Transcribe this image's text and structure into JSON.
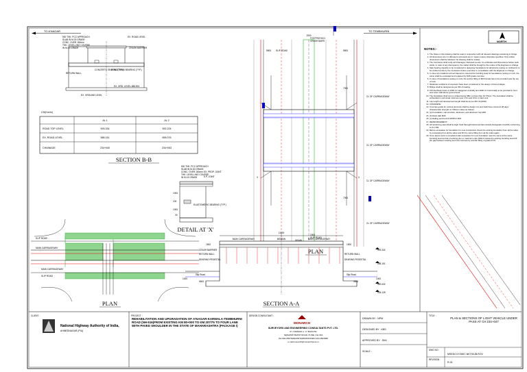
{
  "directions": {
    "left": "TO A'NAGAR",
    "right": "TO TEMBHURNI"
  },
  "north_label": "NORTH",
  "section_bb": {
    "title": "SECTION B-B",
    "labels": [
      "500 THK. PCC APPROACH",
      "SLAB IN M-30 GRADE",
      "CONC. OVER 150mm",
      "THK. LEVELLING COURSE",
      "IN M-15 GRADE",
      "EX. ROAD LEVEL",
      "CRASH BARRIER",
      "RETURN WALL",
      "EX. GROUND LEVEL",
      "EX. GRD. LEVEL 688.004",
      "CONCRETE SEATING (TYP.)",
      "NON-STRAIN BEARING (TYP.)"
    ]
  },
  "level_table": {
    "header": [
      "CH(Km/m)",
      "AL 1",
      "AL 2"
    ],
    "rows": [
      [
        "ROAD TOP LEVEL",
        "593.334",
        "592.224"
      ],
      [
        "EX. ROAD LEVEL",
        "588.151",
        "655.076"
      ],
      [
        "CHAINAGE",
        "234+040",
        "234+053"
      ]
    ]
  },
  "detail_x": {
    "title": "DETAIL AT 'X'",
    "labels": [
      "500 THK. PCC APPROACH",
      "SLAB IN M-30 GRADE",
      "CONC. OVER 150mm",
      "THK. LEVELLING COURSE",
      "IN M-15 GRADE",
      "EX. PROP. JOINT",
      "E.P. JOINT",
      "ELASTOMERIC BEARING (TYP.)"
    ],
    "dims": [
      "1000",
      "100",
      "1000",
      "30"
    ]
  },
  "plan_top": {
    "title": "PLAN",
    "labels": [
      "1500",
      "FOOTPATH/CC",
      "CRASH BARR",
      "5500",
      "SLIP ROAD",
      "5500",
      "CL OF CARRIAGEWAY",
      "CL OF CARRIAGEWAY",
      "CL OF CARRIAGEWAY",
      "CL OF CARRIAGEWAY",
      "7000",
      "7000",
      "1500",
      "DRAIN",
      "FOOTPATH",
      "SLIP ROAD",
      "X",
      "X"
    ]
  },
  "plan_bottom": {
    "title": "PLAN",
    "labels": [
      "MAIN CARRIAGEWAY",
      "MAIN CARRIAGEWAY",
      "SLIP ROAD",
      "SLIP ROAD"
    ]
  },
  "section_aa": {
    "title": "SECTION A-A",
    "labels": [
      "11000",
      "MAIN CARRIAGEWAY",
      "MEDIAN",
      "MAIN CARRIAGEWAY",
      "CRASH BARRIER",
      "RETURN WALL",
      "RETURN WALL",
      "DEARING PEDESTAL",
      "DEARING PEDESTAL",
      "Slip Road",
      "Slip Road",
      "5500",
      "5500",
      "1000",
      "1000",
      "1500",
      "1500"
    ],
    "levels": [
      "593.334",
      "588.151",
      "582.632",
      "634.128"
    ]
  },
  "notes": {
    "heading": "NOTES:-",
    "items": [
      "The Notes in this drawing shall be read in conjunction with all relevant drawings pertaining to bridge.",
      "All dimensions are in millimeters and levels are in meters unless otherwise specified. Only written dimensions shall be followed. No drawing shall be scaled.",
      "The Contractor shall verify all Chainages, Reduced Levels, Co-ordinates and Dimensions before work starts. In case of any discrepancy, the matter shall be brought to the notice of the Engineer-in-Charge.",
      "Safe bearing capacity to be considered in designing foundations for abutments resting on rock/soil is to be verified at site by the Contractor before execution in consultation with the Engineer-in-Charge.",
      "In case any localized soft soil deposit is noted at the founding level for foundations resting on rock, the same shall be excavated and replaced by M15 grade concrete.",
      "In case of foundations resting on rock, the anchor filling of M15 Grade has to be provided upto the top of rock.",
      "Moderate conditions of exposure have been considered in the design of these bridges.",
      "Bridge shall be designed as per IRC-6 loading.",
      "100 dia Weep holes at 1000 c/c staggered vertically and 2000 c/c horizontally to be provided in front and return wall above ground level.",
      "The foundation shall rest on strata having SBC not less than 10 T/Sqm. The foundation shall be embedded in soft strata minimum upto 1.5m and 0.6m in hard rock.",
      "Lap length and development length shall be as per IRC 21(2000).",
      "CONCRETE :",
      "Concrete grade for various elements shall be design mix and shall have minimum 28 days characteristic strength on 150mm cubes as follows.",
      "(a) Foundation, sub structure, abutment, and abutment cap M30",
      "(b) Deck slab M40",
      "(c) Railing and Kerb M-25/PCC M15",
      "REINFORCEMENT :",
      "All reinforcing steel shall be High Yield Strength Deformed bars (Grade Designation Fe415) conforming to IS 1786.",
      "Before excavation for foundation for new construction check the existing foundation from all the sides by excavating from all the sides and fill it by stone filling from all the sides again.",
      "Once above work is completed start excavation for new foundation near the same at the same founding level as that of existing pier or maximum upto 300mm below the existing founding level.Fill the gap between existing and new concrete by annular filling of grade M 15."
    ]
  },
  "title_block": {
    "client_label": "CLIENT :",
    "client_name": "National Highway Authority of India,",
    "client_place": "AHMEDNAGAR (PIU)",
    "project_label": "PROJECT :",
    "project_text": "REHABILITATION AND UPGRADATION OF A'NAGAR-KARMALA-TEMBHURNI ROAD (NH-516)FROM EXISTING KM 80+000 TO KM 207/75 TO FOUR LANE WITH PAVED SHOULDER IN THE STATE OF MAHARASHTRA (PACKAGE I)",
    "consultant_label": "DESIGN CONSULTANT :",
    "consultant_logo": "MONARCH",
    "consultant_name": "SURVEYORS AND ENGINEERING CONSULTANTS PVT. LTD.",
    "consultant_addr1": "67, PARMAN A, 'C' BLDG/TE",
    "consultant_addr2": "SENAPATI BAPAT ROAD, PUNE: 411 016",
    "consultant_addr3": "PH:020-25676482/25676483/25676484 FAX:2563658",
    "consultant_addr4": "e-mail:monarch@monarchpune.in",
    "drawn_by": "DRAWN BY : NPM",
    "designed_by": "DESIGNED BY : KBS",
    "approved_by": "APPROVED BY : SKK",
    "scale": "SCALE :",
    "title_label": "TITLE :",
    "title_text": "PLAN & SECTIONS OF LIGHT VEHICLE UNDER PASS AT CH:234+047",
    "dwg_label": "DWG NO :",
    "dwg_no": "MSEDC/1*/2867-NKTS/UB.ROV",
    "revision_label": "REVISION :",
    "revision": "R-01"
  }
}
